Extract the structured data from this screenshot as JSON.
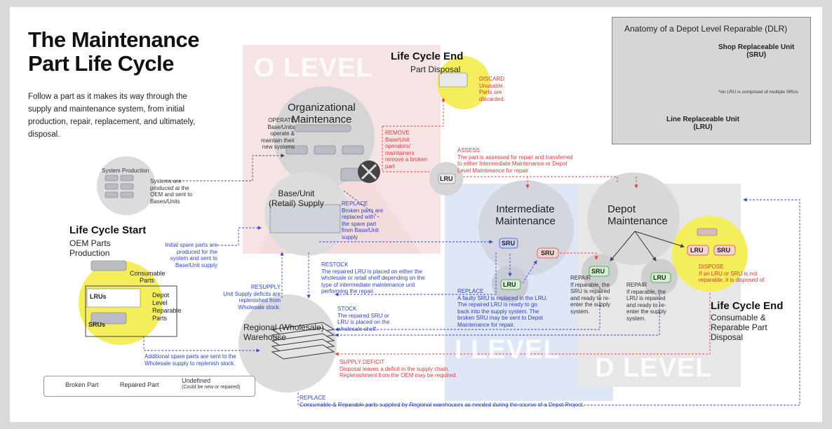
{
  "title": {
    "line1": "The Maintenance",
    "line2": "Part Life Cycle"
  },
  "subtitle": "Follow a part as it makes its way through the supply and maintenance system, from initial production, repair, replacement, and ultimately, disposal.",
  "levels": {
    "o": "O LEVEL",
    "i": "I LEVEL",
    "d": "D LEVEL"
  },
  "dlr": {
    "title": "Anatomy of a Depot Level Reparable (DLR)",
    "sru": "Shop Replaceable Unit",
    "sru_abbr": "(SRU)",
    "note": "*An LRU is comprised of multiple SRUs",
    "lru": "Line Replaceable Unit",
    "lru_abbr": "(LRU)"
  },
  "nodes": {
    "system_production": "System Production",
    "system_production_desc": [
      "Systems are",
      "produced at the",
      "OEM and sent to",
      "Bases/Units"
    ],
    "lifecycle_start": "Life Cycle Start",
    "oem_parts": [
      "OEM Parts",
      "Production"
    ],
    "consumable_parts": [
      "Consumable",
      "Parts"
    ],
    "lrus": "LRUs",
    "srus": "SRUs",
    "dlr_parts": [
      "Depot",
      "Level",
      "Reparable",
      "Parts"
    ],
    "org_maint": [
      "Organizational",
      "Maintenance"
    ],
    "base_supply": [
      "Base/Unit",
      "(Retail) Supply"
    ],
    "lifecycle_end_top": "Life Cycle End",
    "part_disposal": "Part Disposal",
    "intermediate": [
      "Intermediate",
      "Maintenance"
    ],
    "depot": [
      "Depot",
      "Maintenance"
    ],
    "regional": [
      "Regional (Wholesale)",
      "Warehouse"
    ],
    "lifecycle_end_right": "Life Cycle End",
    "consumable_disposal": [
      "Consumable &",
      "Reparable Part",
      "Disposal"
    ],
    "lru": "LRU",
    "sru": "SRU"
  },
  "annotations": {
    "operate_head": "OPERATE",
    "operate": [
      "Base/Units",
      "operate &",
      "maintain their",
      "new systems"
    ],
    "remove_head": "REMOVE",
    "remove": [
      "Base/Unit",
      "operators/",
      "maintainers",
      "remove a broken",
      "part"
    ],
    "discard_head": "DISCARD",
    "discard": [
      "Unusable",
      "Parts are",
      "discarded."
    ],
    "assess_head": "ASSESS",
    "assess": [
      "The part is assessed for repair and transferred",
      "to either Intermediate Maintenance or Depot",
      "Level Maintenance for repair."
    ],
    "replace1_head": "REPLACE",
    "replace1": [
      "Broken parts are",
      "replaced with",
      "the spare part",
      "from Base/Unit",
      "supply"
    ],
    "initial": [
      "Initial spare parts are",
      "produced for the",
      "system and sent to",
      "Base/Unit supply"
    ],
    "resupply_head": "RESUPPLY",
    "resupply": [
      "Unit Supply deficits are",
      "replenished from",
      "Wholesale stock."
    ],
    "restock_head": "RESTOCK",
    "restock": [
      "The repaired LRU is placed on either the",
      "wholesale or retail shelf depending on the",
      "type of intermediate maintenance unit",
      "performing the repair."
    ],
    "stock_head": "STOCK",
    "stock": [
      "The repaired SRU or",
      "LRU is placed on the",
      "wholesale shelf."
    ],
    "replace2_head": "REPLACE",
    "replace2": [
      "A faulty SRU is replaced in the LRU.",
      "The repaired LRU is ready to go",
      "back into the supply system. The",
      "broken SRU may be sent to Depot",
      "Maintenance for repair."
    ],
    "repair1_head": "REPAIR",
    "repair1": [
      "If reparable, the",
      "SRU is repaired",
      "and ready to re-",
      "enter the supply",
      "system."
    ],
    "repair2_head": "REPAIR",
    "repair2": [
      "If reparable, the",
      "LRU is repaired",
      "and ready to re-",
      "enter the supply",
      "system."
    ],
    "dispose_head": "DISPOSE",
    "dispose": [
      "If an LRU or SRU is not",
      "reparable, it is disposed of."
    ],
    "additional": [
      "Additional spare parts are sent to the",
      "Wholesale supply to replenish stock."
    ],
    "deficit_head": "SUPPLY DEFICIT",
    "deficit": [
      "Disposal leaves a deficit in the supply chain.",
      "Replenishment from the OEM may be required."
    ],
    "replace3_head": "REPLACE",
    "replace3": "Consumable & Reparable parts supplied by Regional warehouses as needed during the course of a Depot Project."
  },
  "legend": {
    "broken": "Broken Part",
    "repaired": "Repaired Part",
    "undefined": "Undefined",
    "undefined_note": "(Could be new or repaired)"
  },
  "colors": {
    "blue_arrow": "#3a4fc4",
    "red_arrow": "#e04848",
    "gray_arrow": "#555555",
    "yellow": "#f4ee5c",
    "olevel_bg": "#f6e4e4",
    "ilevel_bg": "#dfe6f6",
    "dlevel_bg": "#e6e6e6"
  }
}
